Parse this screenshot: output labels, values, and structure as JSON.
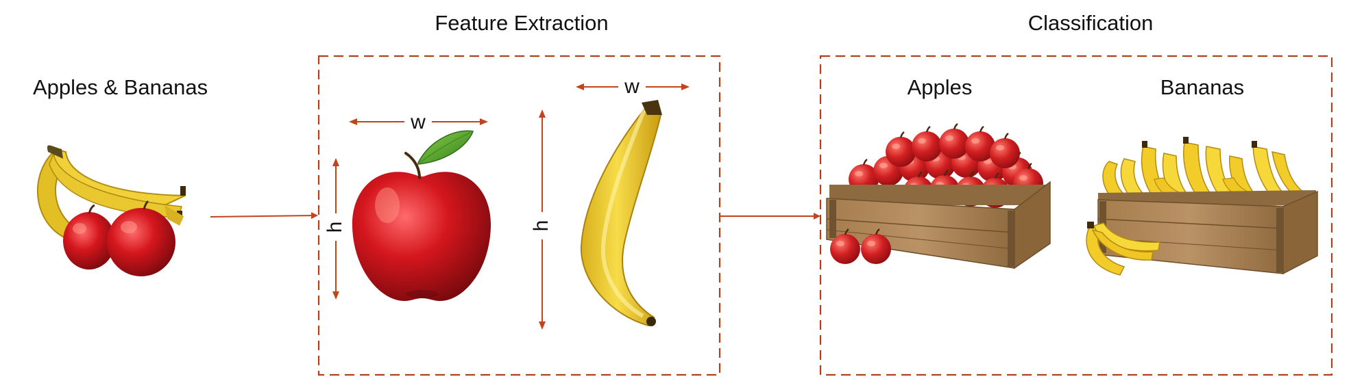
{
  "input": {
    "label": "Apples & Bananas"
  },
  "feature_extraction": {
    "title": "Feature Extraction",
    "apple_width_label": "w",
    "apple_height_label": "h",
    "banana_width_label": "w",
    "banana_height_label": "h"
  },
  "classification": {
    "title": "Classification",
    "class_a_label": "Apples",
    "class_b_label": "Bananas"
  },
  "colors": {
    "accent": "#c0451b",
    "box_border": "#b0401c",
    "apple_red": "#c4141b",
    "banana_yellow": "#f2cd2a",
    "crate_wood": "#9a7447"
  }
}
